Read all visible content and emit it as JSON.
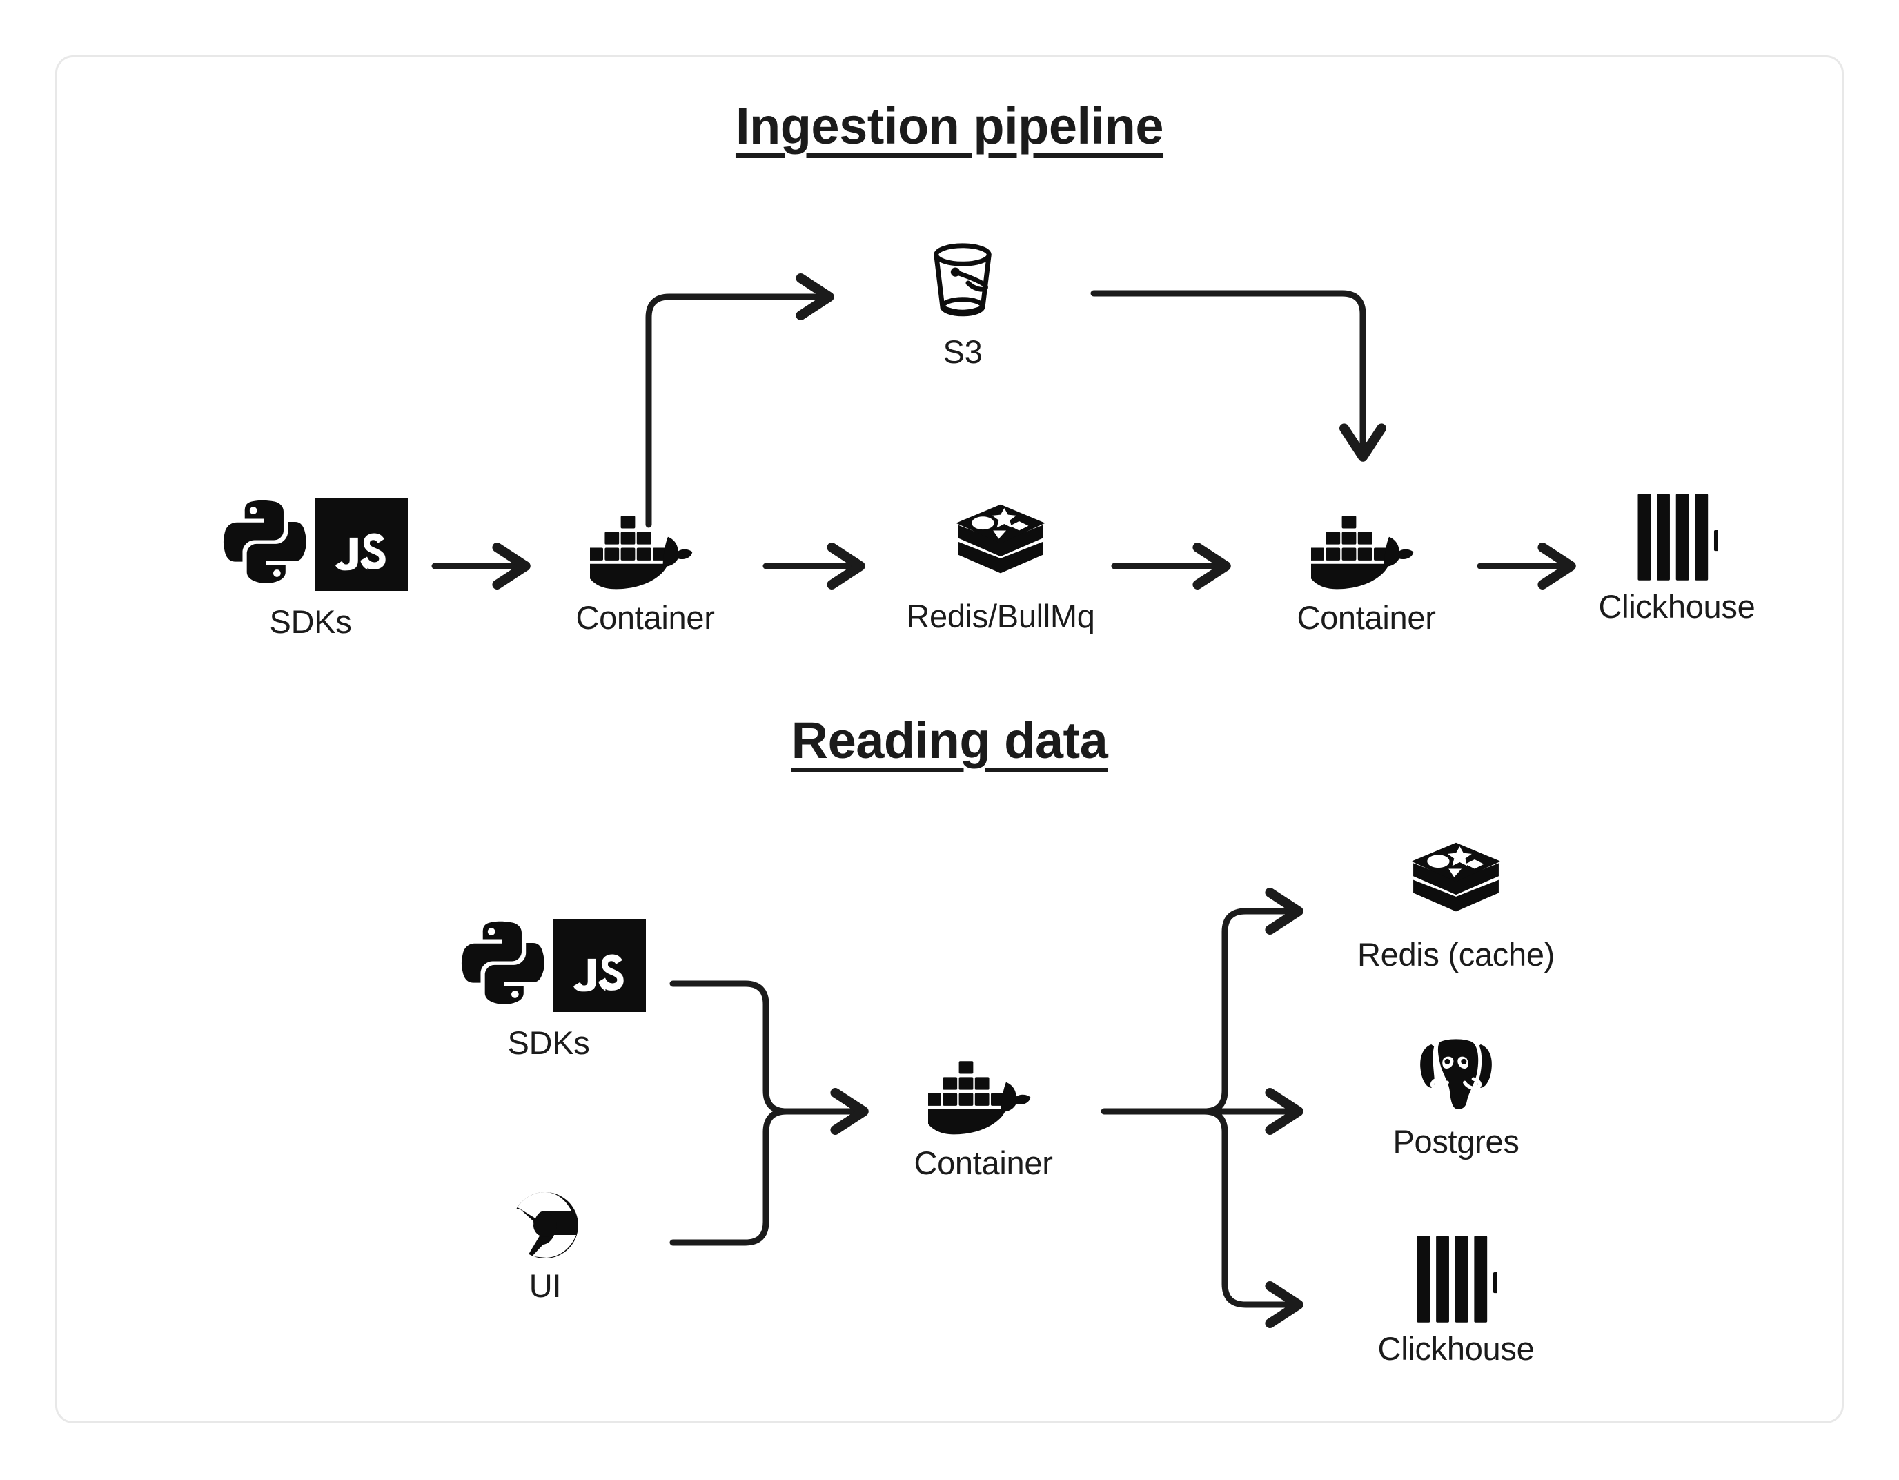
{
  "diagram": {
    "sections": [
      {
        "id": "ingestion",
        "title": "Ingestion pipeline",
        "nodes": [
          {
            "id": "sdks-1",
            "label": "SDKs",
            "icons": [
              "python-icon",
              "javascript-icon"
            ]
          },
          {
            "id": "container-1",
            "label": "Container",
            "icons": [
              "docker-icon"
            ]
          },
          {
            "id": "s3",
            "label": "S3",
            "icons": [
              "s3-bucket-icon"
            ]
          },
          {
            "id": "redis-bullmq",
            "label": "Redis/BullMq",
            "icons": [
              "redis-icon"
            ]
          },
          {
            "id": "container-2",
            "label": "Container",
            "icons": [
              "docker-icon"
            ]
          },
          {
            "id": "clickhouse-1",
            "label": "Clickhouse",
            "icons": [
              "clickhouse-icon"
            ]
          }
        ],
        "edges": [
          {
            "from": "sdks-1",
            "to": "container-1",
            "style": "straight"
          },
          {
            "from": "container-1",
            "to": "s3",
            "style": "elbow-up-right"
          },
          {
            "from": "container-1",
            "to": "redis-bullmq",
            "style": "straight"
          },
          {
            "from": "s3",
            "to": "container-2",
            "style": "elbow-right-down"
          },
          {
            "from": "redis-bullmq",
            "to": "container-2",
            "style": "straight"
          },
          {
            "from": "container-2",
            "to": "clickhouse-1",
            "style": "straight"
          }
        ]
      },
      {
        "id": "reading",
        "title": "Reading data",
        "nodes": [
          {
            "id": "sdks-2",
            "label": "SDKs",
            "icons": [
              "python-icon",
              "javascript-icon"
            ]
          },
          {
            "id": "ui",
            "label": "UI",
            "icons": [
              "chrome-icon"
            ]
          },
          {
            "id": "container-3",
            "label": "Container",
            "icons": [
              "docker-icon"
            ]
          },
          {
            "id": "redis-cache",
            "label": "Redis (cache)",
            "icons": [
              "redis-icon"
            ]
          },
          {
            "id": "postgres",
            "label": "Postgres",
            "icons": [
              "postgres-icon"
            ]
          },
          {
            "id": "clickhouse-2",
            "label": "Clickhouse",
            "icons": [
              "clickhouse-icon"
            ]
          }
        ],
        "edges": [
          {
            "from": "sdks-2",
            "to": "container-3",
            "style": "merge"
          },
          {
            "from": "ui",
            "to": "container-3",
            "style": "merge"
          },
          {
            "from": "container-3",
            "to": "redis-cache",
            "style": "branch-up"
          },
          {
            "from": "container-3",
            "to": "postgres",
            "style": "branch-straight"
          },
          {
            "from": "container-3",
            "to": "clickhouse-2",
            "style": "branch-down"
          }
        ]
      }
    ],
    "colors": {
      "ink": "#1b1b1b",
      "background": "#ffffff",
      "card_border": "#e8e8e8"
    }
  }
}
